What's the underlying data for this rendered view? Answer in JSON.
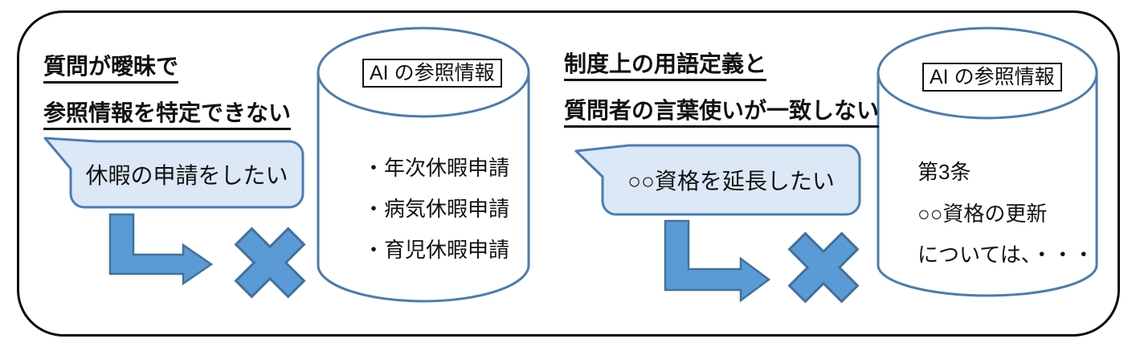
{
  "colors": {
    "accent_fill": "#5B9BD5",
    "accent_stroke": "#41719C",
    "bubble_fill": "#DCE8F6",
    "bubble_stroke": "#4A7CB8",
    "cylinder_stroke": "#4C7BAE",
    "cylinder_fill": "#ffffff",
    "frame_stroke": "#0a0a0a"
  },
  "sections": [
    {
      "heading_line1": "質問が曖昧で",
      "heading_line2": "参照情報を特定できない",
      "bubble_text": "休暇の申請をしたい",
      "db_label": "AI の参照情報",
      "db_lines": [
        "・年次休暇申請",
        "・病気休暇申請",
        "・育児休暇申請"
      ]
    },
    {
      "heading_line1": "制度上の用語定義と",
      "heading_line2": "質問者の言葉使いが一致しない",
      "bubble_text": "○○資格を延長したい",
      "db_label": "AI の参照情報",
      "db_lines": [
        "第3条",
        "○○資格の更新",
        "については、・・・"
      ]
    }
  ]
}
